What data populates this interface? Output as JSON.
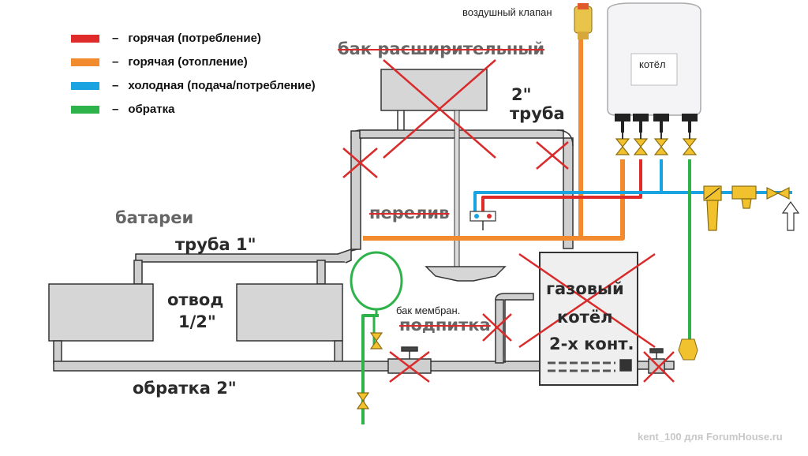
{
  "legend": [
    {
      "label": "горячая (потребление)",
      "color": "#e02b2b"
    },
    {
      "label": "горячая (отопление)",
      "color": "#f28a2e"
    },
    {
      "label": "холодная (подача/потребление)",
      "color": "#19a3e0"
    },
    {
      "label": "обратка",
      "color": "#2eb24a"
    }
  ],
  "legend_dash": "–",
  "labels": {
    "air_valve": "воздушный  клапан",
    "expansion_tank": "бак расширительный",
    "pipe_2_line1": "2\"",
    "pipe_2_line2": "труба",
    "radiators": "батареи",
    "pipe_1": "труба 1\"",
    "branch_line1": "отвод",
    "branch_line2": "1/2\"",
    "return_2": "обратка 2\"",
    "overflow": "перелив",
    "membrane_tank": "бак мембран.",
    "makeup": "подпитка",
    "gas_boiler_line1": "газовый",
    "gas_boiler_line2": "котёл",
    "gas_boiler_line3": "2-х конт.",
    "boiler": "котёл",
    "watermark": "kent_100 для ForumHouse.ru"
  },
  "colors": {
    "pipe_gray": "#c9c9c9",
    "outline": "#333333",
    "valve": "#f2c12e",
    "cross": "#d92b2b",
    "boiler_fill": "#f4f4f6"
  }
}
